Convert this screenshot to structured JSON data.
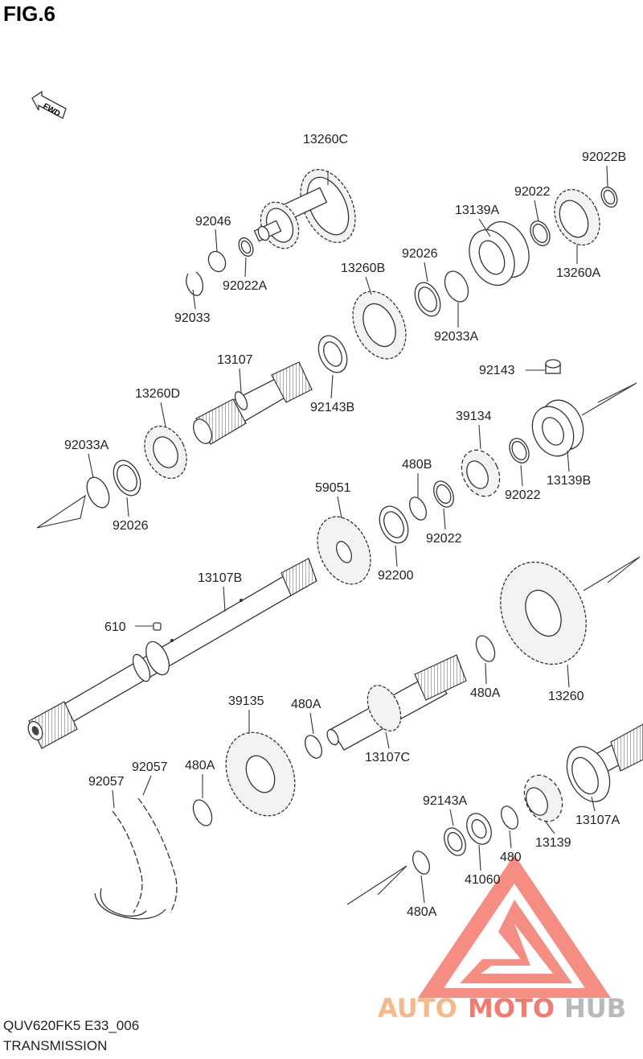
{
  "figure": {
    "title": "FIG.6",
    "model_code": "QUV620FK5 E33_006",
    "section_name": "TRANSMISSION",
    "fwd_label": "FWD"
  },
  "watermark": {
    "auto": "AUTO",
    "moto": "MOTO",
    "hub": "HUB",
    "color_primary": "#f47a6d",
    "color_secondary": "#f5b98a",
    "color_hub": "#b9b9b9"
  },
  "parts": [
    "13260C",
    "92022B",
    "92022",
    "92046",
    "13139A",
    "92022A",
    "92033",
    "13260A",
    "92026",
    "13260B",
    "92033A",
    "13107",
    "92143",
    "13260D",
    "92143B",
    "39134",
    "92033A",
    "480B",
    "13139B",
    "92022",
    "92026",
    "59051",
    "92022",
    "13107B",
    "92200",
    "610",
    "480A",
    "13260",
    "39135",
    "480A",
    "92057",
    "92057",
    "480A",
    "13107C",
    "92143A",
    "13107A",
    "13139",
    "480",
    "41060",
    "480A"
  ]
}
